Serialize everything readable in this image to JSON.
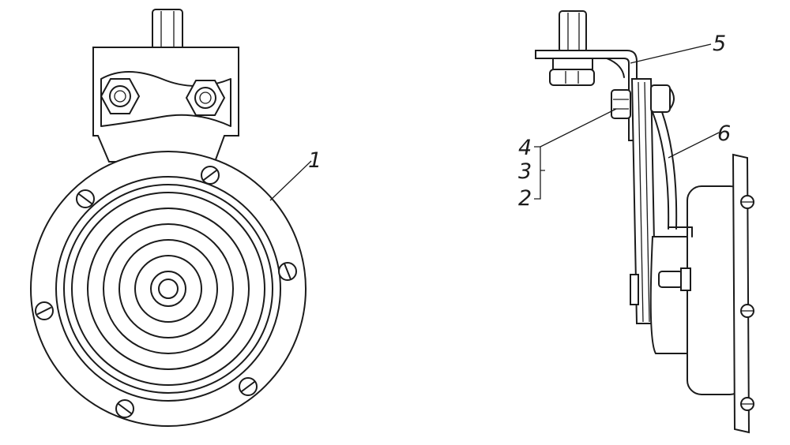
{
  "figure": {
    "callouts": [
      {
        "id": "1",
        "text": "1"
      },
      {
        "id": "2",
        "text": "2"
      },
      {
        "id": "3",
        "text": "3"
      },
      {
        "id": "4",
        "text": "4"
      },
      {
        "id": "5",
        "text": "5"
      },
      {
        "id": "6",
        "text": "6"
      }
    ],
    "colors": {
      "ink": "#1b1b1b",
      "paper": "#ffffff"
    }
  }
}
